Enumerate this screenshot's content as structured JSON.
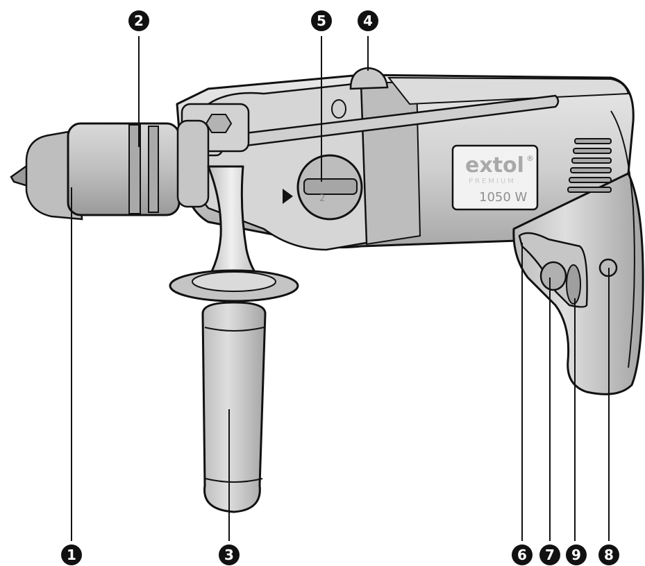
{
  "brand_label": {
    "brand": "extol",
    "registered_mark": "®",
    "line": "PREMIUM",
    "model": "1050 W"
  },
  "dial_number": "2",
  "callouts": [
    {
      "key": "chuck",
      "label": "1"
    },
    {
      "key": "depth-rod",
      "label": "2"
    },
    {
      "key": "aux-handle",
      "label": "3"
    },
    {
      "key": "hammer-switch",
      "label": "4"
    },
    {
      "key": "speed-dial",
      "label": "5"
    },
    {
      "key": "trigger",
      "label": "6"
    },
    {
      "key": "reverse-switch",
      "label": "7"
    },
    {
      "key": "lock-button",
      "label": "8"
    },
    {
      "key": "speed-wheel",
      "label": "9"
    }
  ],
  "colors": {
    "body": "#cfcfcf",
    "body_light": "#e6e6e6",
    "body_dark": "#9e9e9e",
    "outline": "#111111",
    "callout_fill": "#111111",
    "label_panel": "#f2f2f2"
  }
}
